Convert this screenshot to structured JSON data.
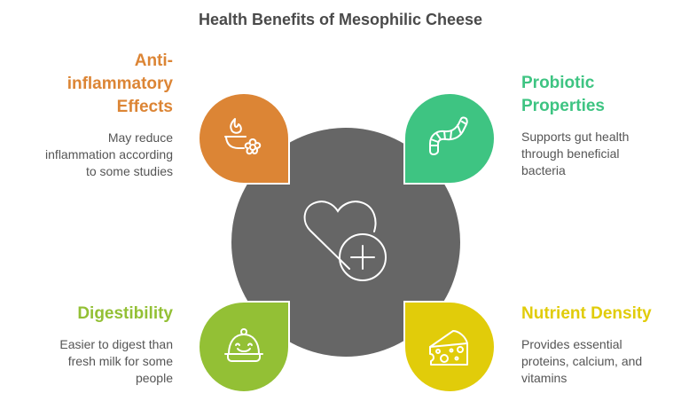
{
  "title": "Health Benefits of Mesophilic Cheese",
  "center": {
    "icon": "heart-plus-icon",
    "color": "#666666"
  },
  "benefits": {
    "anti_inflammatory": {
      "title": "Anti-inflammatory Effects",
      "title_lines": [
        "Anti-",
        "inflammatory",
        "Effects"
      ],
      "description": "May reduce inflammation according to some studies",
      "desc_lines": [
        "May reduce",
        "inflammation according",
        "to some studies"
      ],
      "icon": "flame-bowl-flower-icon",
      "color": "#DC8535"
    },
    "probiotic": {
      "title": "Probiotic Properties",
      "title_lines": [
        "Probiotic",
        "Properties"
      ],
      "description": "Supports gut health through beneficial bacteria",
      "desc_lines": [
        "Supports gut health",
        "through beneficial",
        "bacteria"
      ],
      "icon": "worm-bacteria-icon",
      "color": "#3EC482"
    },
    "digestibility": {
      "title": "Digestibility",
      "title_lines": [
        "Digestibility"
      ],
      "description": "Easier to digest than fresh milk for some people",
      "desc_lines": [
        "Easier to digest than",
        "fresh milk for some",
        "people"
      ],
      "icon": "smiling-cloche-icon",
      "color": "#93C035"
    },
    "nutrient_density": {
      "title": "Nutrient Density",
      "title_lines": [
        "Nutrient Density"
      ],
      "description": "Provides essential proteins, calcium, and vitamins",
      "desc_lines": [
        "Provides essential",
        "proteins, calcium, and",
        "vitamins"
      ],
      "icon": "cheese-wedge-icon",
      "color": "#E1CC0A"
    }
  }
}
